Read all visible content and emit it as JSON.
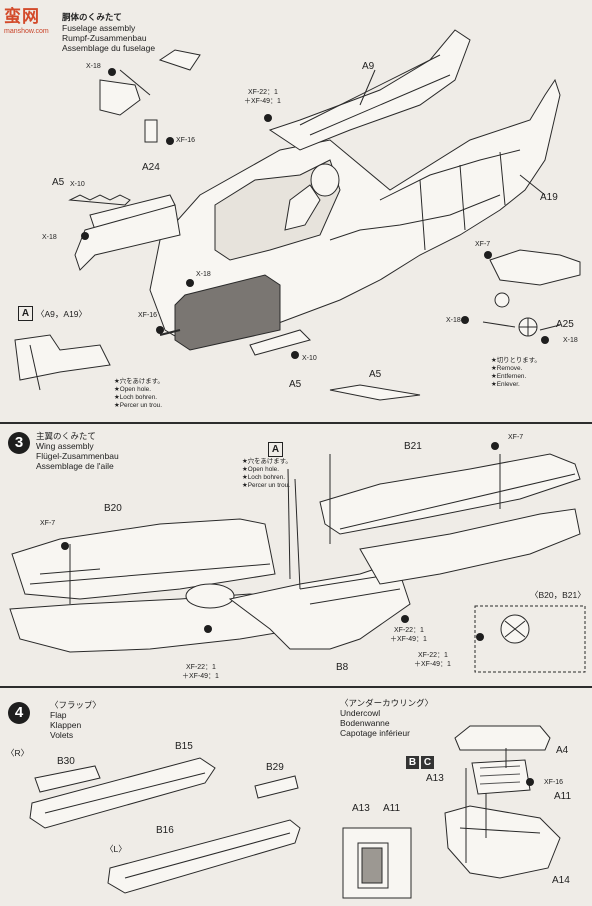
{
  "watermark": {
    "text": "蛮网",
    "sub": "manshow.com"
  },
  "step2": {
    "title_jp": "胴体のくみたて",
    "title_lines": "Fuselage assembly\nRumpf-Zusammenbau\nAssemblage du fuselage",
    "paint": {
      "xf22": "XF-22：1",
      "xf49": "＋XF-49：1",
      "xf16": "XF-16",
      "xf7": "XF-7"
    },
    "screws": {
      "x18": "X-18",
      "x10": "X-10"
    },
    "parts": {
      "a9": "A9",
      "a19": "A19",
      "a24": "A24",
      "a5": "A5",
      "a25": "A25"
    },
    "detail_a": {
      "box": "A",
      "ref": "〈A9，A19〉",
      "note": "★穴をあけます。\n★Open hole.\n★Loch bohren.\n★Percer un trou."
    },
    "remove_note": "★切りとります。\n★Remove.\n★Entfernen.\n★Enlever."
  },
  "step3": {
    "number": "3",
    "title_lines": "主翼のくみたて\nWing assembly\nFlügel-Zusammenbau\nAssemblage de l'aile",
    "detail_a": {
      "box": "A",
      "note": "★穴をあけます。\n★Open hole.\n★Loch bohren.\n★Percer un trou."
    },
    "paint": {
      "xf7": "XF-7",
      "xf22": "XF-22：1",
      "xf49": "＋XF-49：1"
    },
    "parts": {
      "b20": "B20",
      "b21": "B21",
      "b8": "B8"
    },
    "inset_ref": "〈B20，B21〉"
  },
  "step4": {
    "number": "4",
    "flap_lines": "〈フラップ〉\nFlap\nKlappen\nVolets",
    "undercowl_lines": "〈アンダーカウリング〉\nUndercowl\nBodenwanne\nCapotage inférieur",
    "side_r": "〈R〉",
    "side_l": "〈L〉",
    "box_b": "B",
    "box_c": "C",
    "paint": {
      "xf16": "XF-16"
    },
    "parts": {
      "b30": "B30",
      "b15": "B15",
      "b29": "B29",
      "b16": "B16",
      "a4": "A4",
      "a13": "A13",
      "a11": "A11",
      "a14": "A14"
    }
  },
  "colors": {
    "paper": "#efece7",
    "ink": "#1e1e1e",
    "watermark": "#d34a2a"
  }
}
